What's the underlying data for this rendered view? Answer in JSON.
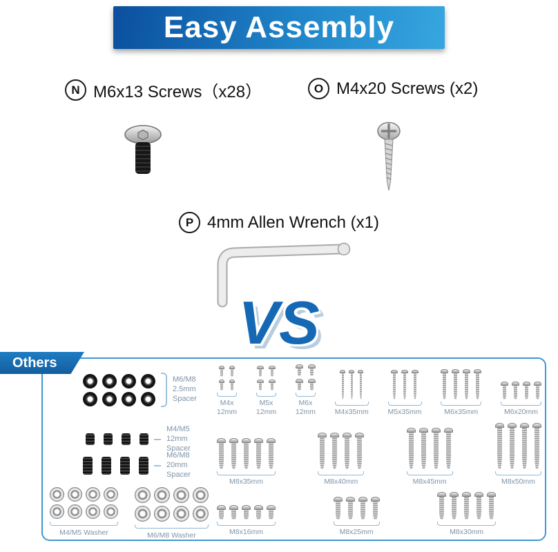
{
  "banner": {
    "title": "Easy Assembly",
    "bg_color_left": "#0b4f9e",
    "bg_color_right": "#36a6e0"
  },
  "parts": {
    "n": {
      "letter": "N",
      "label": "M6x13 Screws（x28）"
    },
    "o": {
      "letter": "O",
      "label": "M4x20 Screws (x2)"
    },
    "p": {
      "letter": "P",
      "label": "4mm Allen Wrench (x1)"
    }
  },
  "vs_label": "VS",
  "others": {
    "ribbon_label": "Others",
    "accent_color": "#3f97d3",
    "label_color": "#7f93a6",
    "spacer_groups": [
      {
        "label": "M6/M8\n2.5mm\nSpacer"
      },
      {
        "label": "M4/M5\n12mm\nSpacer"
      },
      {
        "label": "M6/M8\n20mm\nSpacer"
      }
    ],
    "washer_groups": [
      {
        "label": "M4/M5 Washer"
      },
      {
        "label": "M6/M8 Washer"
      }
    ],
    "screw_rows": [
      [
        {
          "label": "M4x\n12mm"
        },
        {
          "label": "M5x\n12mm"
        },
        {
          "label": "M6x\n12mm"
        },
        {
          "label": "M4x35mm"
        },
        {
          "label": "M5x35mm"
        },
        {
          "label": "M6x35mm"
        },
        {
          "label": "M6x20mm"
        }
      ],
      [
        {
          "label": "M8x35mm"
        },
        {
          "label": "M8x40mm"
        },
        {
          "label": "M8x45mm"
        },
        {
          "label": "M8x50mm"
        }
      ],
      [
        {
          "label": "M8x16mm"
        },
        {
          "label": "M8x25mm"
        },
        {
          "label": "M8x30mm"
        }
      ]
    ]
  }
}
